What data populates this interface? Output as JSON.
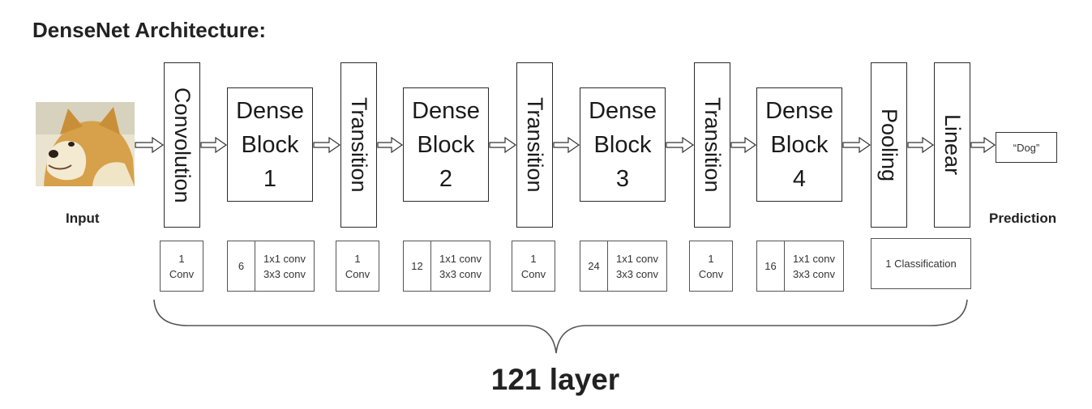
{
  "title": "DenseNet Architecture:",
  "input_label": "Input",
  "prediction_label": "Prediction",
  "prediction_output": "“Dog”",
  "stages": {
    "convolution": "Convolution",
    "dense1": {
      "line1": "Dense",
      "line2": "Block",
      "num": "1"
    },
    "transition1": "Transition",
    "dense2": {
      "line1": "Dense",
      "line2": "Block",
      "num": "2"
    },
    "transition2": "Transition",
    "dense3": {
      "line1": "Dense",
      "line2": "Block",
      "num": "3"
    },
    "transition3": "Transition",
    "dense4": {
      "line1": "Dense",
      "line2": "Block",
      "num": "4"
    },
    "pooling": "Pooling",
    "linear": "Linear"
  },
  "configs": {
    "conv": {
      "count": "1",
      "op": "Conv"
    },
    "dense1": {
      "count": "6",
      "op1": "1x1 conv",
      "op2": "3x3 conv"
    },
    "trans1": {
      "count": "1",
      "op": "Conv"
    },
    "dense2": {
      "count": "12",
      "op1": "1x1 conv",
      "op2": "3x3 conv"
    },
    "trans2": {
      "count": "1",
      "op": "Conv"
    },
    "dense3": {
      "count": "24",
      "op1": "1x1 conv",
      "op2": "3x3 conv"
    },
    "trans3": {
      "count": "1",
      "op": "Conv"
    },
    "dense4": {
      "count": "16",
      "op1": "1x1 conv",
      "op2": "3x3 conv"
    },
    "classification": "1 Classification"
  },
  "total_layers": "121 layer"
}
